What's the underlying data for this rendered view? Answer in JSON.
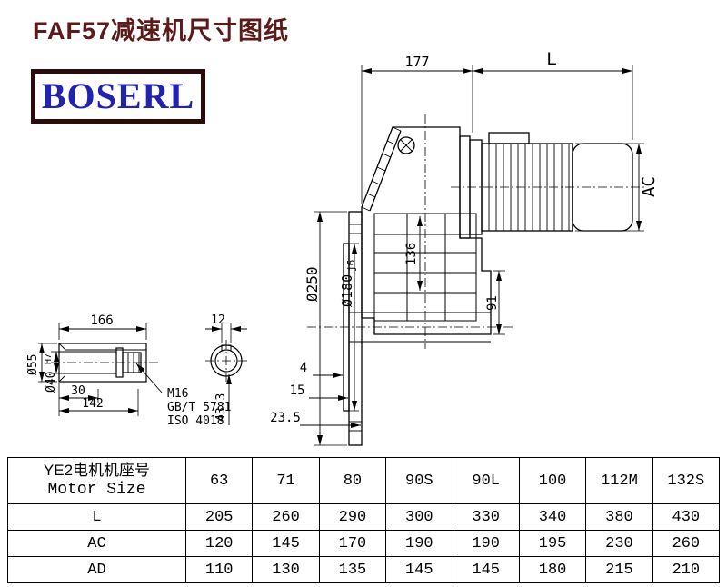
{
  "page": {
    "title": "FAF57减速机尺寸图纸",
    "logo_text": "BOSERL"
  },
  "drawing": {
    "dims": {
      "d177": "177",
      "L": "L",
      "AC": "AC",
      "d250": "Ø250",
      "d180": "Ø180",
      "d180_tol": "j6",
      "d136": "136",
      "d91": "91",
      "d4": "4",
      "d15": "15",
      "d23_5": "23.5"
    },
    "shaft": {
      "d166": "166",
      "d12": "12",
      "d55": "Ø55",
      "d40": "Ø40",
      "d40_tol": "H7",
      "d30": "30",
      "d142": "142",
      "thread": "M16",
      "std1": "GB/T 5781",
      "std2": "ISO 4018",
      "d43_3": "43.3"
    }
  },
  "table": {
    "header_cn": "YE2电机机座号",
    "header_en": "Motor Size",
    "columns": [
      "63",
      "71",
      "80",
      "90S",
      "90L",
      "100",
      "112M",
      "132S"
    ],
    "rows": [
      {
        "label": "L",
        "values": [
          "205",
          "260",
          "290",
          "300",
          "330",
          "340",
          "380",
          "430"
        ]
      },
      {
        "label": "AC",
        "values": [
          "120",
          "145",
          "170",
          "190",
          "190",
          "195",
          "230",
          "260"
        ]
      },
      {
        "label": "AD",
        "values": [
          "110",
          "130",
          "135",
          "145",
          "145",
          "180",
          "215",
          "210"
        ]
      }
    ]
  }
}
